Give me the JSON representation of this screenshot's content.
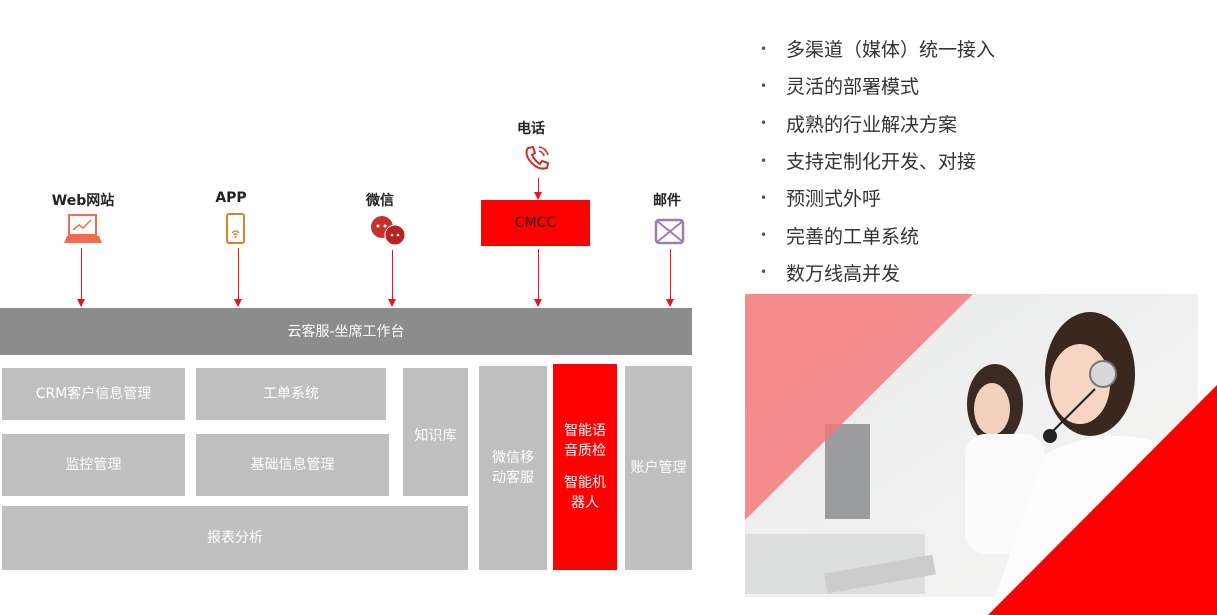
{
  "channels": {
    "web": "Web网站",
    "app": "APP",
    "wechat": "微信",
    "phone": "电话",
    "cmcc": "CMCC",
    "email": "邮件"
  },
  "platform": "云客服-坐席工作台",
  "modules": {
    "crm": "CRM客户信息管理",
    "ticket": "工单系统",
    "monitor": "监控管理",
    "basic": "基础信息管理",
    "kb": "知识库",
    "report": "报表分析",
    "wechat_service": "微信移动客服",
    "voice_qc": "智能语音质检",
    "robot": "智能机器人",
    "account": "账户管理"
  },
  "features": [
    "多渠道（媒体）统一接入",
    "灵活的部署模式",
    "成熟的行业解决方案",
    "支持定制化开发、对接",
    "预测式外呼",
    "完善的工单系统",
    "数万线高并发"
  ],
  "colors": {
    "accent": "#fe0000",
    "gray_bar": "#8c8c8c",
    "module": "#bfbfbf"
  }
}
